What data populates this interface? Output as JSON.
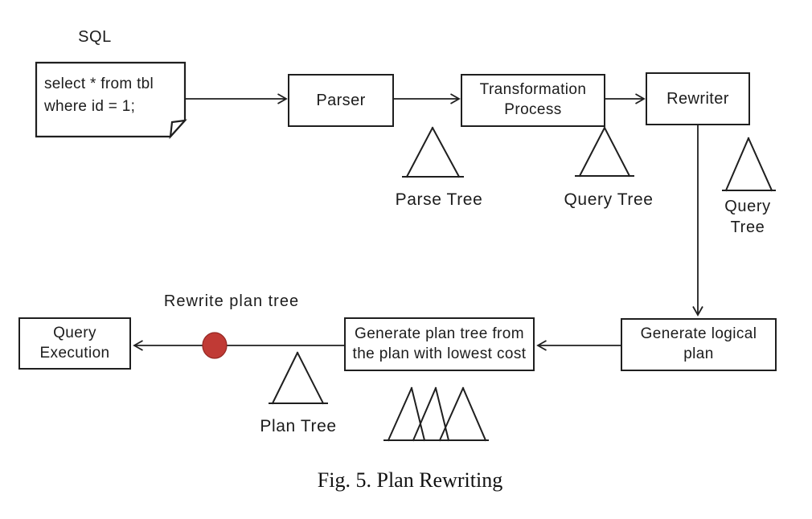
{
  "figure": {
    "caption": "Fig. 5. Plan Rewriting"
  },
  "sql": {
    "label": "SQL",
    "query": "select * from tbl\nwhere id = 1;"
  },
  "boxes": {
    "parser": "Parser",
    "transformation_process": "Transformation\nProcess",
    "rewriter": "Rewriter",
    "generate_logical_plan": "Generate logical\nplan",
    "generate_plan_tree": "Generate plan tree from\nthe plan with lowest cost",
    "query_execution": "Query\nExecution"
  },
  "tree_labels": {
    "parse_tree": "Parse Tree",
    "query_tree_mid": "Query Tree",
    "query_tree_right": "Query\nTree",
    "plan_tree": "Plan Tree"
  },
  "annotations": {
    "rewrite_plan_tree": "Rewrite plan tree"
  },
  "colors": {
    "line": "#1f1f1f",
    "red_dot": "#c03a35",
    "red_dot_edge": "#952823"
  }
}
